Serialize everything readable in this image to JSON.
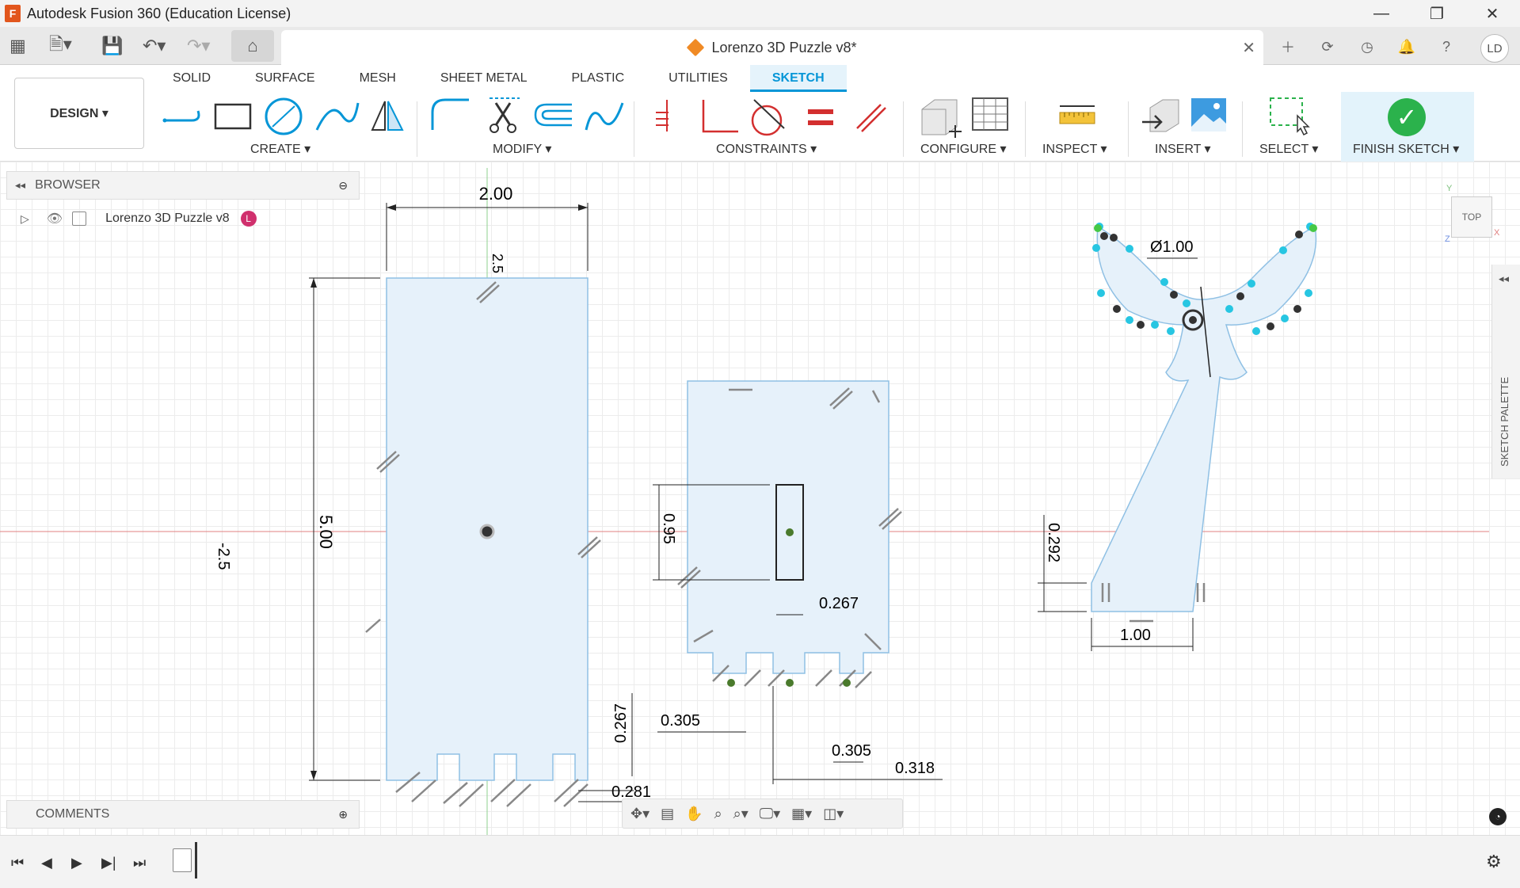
{
  "window": {
    "title": "Autodesk Fusion 360 (Education License)",
    "logo": "F"
  },
  "document": {
    "tab_title": "Lorenzo 3D Puzzle v8*"
  },
  "user": {
    "initials": "LD"
  },
  "ribbon": {
    "tabs": [
      "SOLID",
      "SURFACE",
      "MESH",
      "SHEET METAL",
      "PLASTIC",
      "UTILITIES",
      "SKETCH"
    ],
    "active_tab": "SKETCH",
    "workspace": "DESIGN ▾",
    "groups": {
      "create": "CREATE ▾",
      "modify": "MODIFY ▾",
      "constraints": "CONSTRAINTS ▾",
      "configure": "CONFIGURE ▾",
      "inspect": "INSPECT ▾",
      "insert": "INSERT ▾",
      "select": "SELECT ▾",
      "finish": "FINISH SKETCH ▾"
    }
  },
  "browser": {
    "title": "BROWSER",
    "root_item": "Lorenzo 3D Puzzle v8",
    "badge": "L"
  },
  "comments": {
    "title": "COMMENTS"
  },
  "viewcube": {
    "label": "TOP",
    "axis_y": "Y",
    "axis_x": "X",
    "axis_z": "Z"
  },
  "sketch_palette": {
    "label": "SKETCH PALETTE"
  },
  "dimensions": {
    "rect_width": "2.00",
    "rect_height": "5.00",
    "rect_half_top": "2.5",
    "rect_half_left": "-2.5",
    "notch_height": "0.267",
    "notch_gap": "0.281",
    "mid_height": "0.95",
    "mid_slot": "0.267",
    "mid_tab_a": "0.305",
    "mid_tab_b": "0.305",
    "mid_tab_c": "0.318",
    "right_diameter": "Ø1.00",
    "right_base_height": "0.292",
    "right_base_width": "1.00"
  },
  "colors": {
    "accent": "#0696d7",
    "finish_green": "#2bb24c",
    "sketch_fill": "#e6f1fa",
    "sketch_line": "#8fc0e4"
  }
}
